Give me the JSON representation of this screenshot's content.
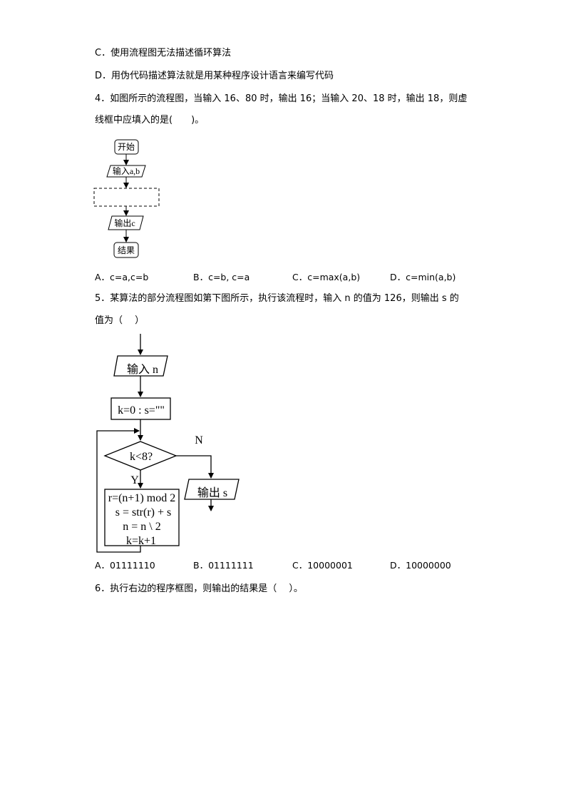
{
  "prev_question": {
    "option_c": "C．使用流程图无法描述循环算法",
    "option_d": "D．用伪代码描述算法就是用某种程序设计语言来编写代码"
  },
  "q4": {
    "line1": "4．如图所示的流程图，当输入 16、80 时，输出 16；当输入 20、18 时，输出 18，则虚",
    "line2": "线框中应填入的是(　　)。",
    "flowchart": {
      "start": "开始",
      "input": "输入a,b",
      "output": "输出c",
      "end": "结果"
    },
    "options": [
      "A．c=a,c=b",
      "B．c=b, c=a",
      "C．c=max(a,b)",
      "D．c=min(a,b)"
    ]
  },
  "q5": {
    "line1": "5．某算法的部分流程图如第下图所示，执行该流程时，输入 n 的值为 126，则输出 s 的",
    "line2": "值为（　 ）",
    "flowchart": {
      "input": "输入 n",
      "init": "k=0 : s=\"\"",
      "condition": "k<8?",
      "no_label": "N",
      "yes_label": "Y",
      "output": "输出 s",
      "body": [
        "r=(n+1) mod 2",
        "s = str(r) + s",
        "n = n \\ 2",
        "k=k+1"
      ]
    },
    "options": [
      "A．01111110",
      "B．01111111",
      "C．10000001",
      "D．10000000"
    ]
  },
  "q6": {
    "line1": "6．执行右边的程序框图，则输出的结果是（　 ）。"
  }
}
